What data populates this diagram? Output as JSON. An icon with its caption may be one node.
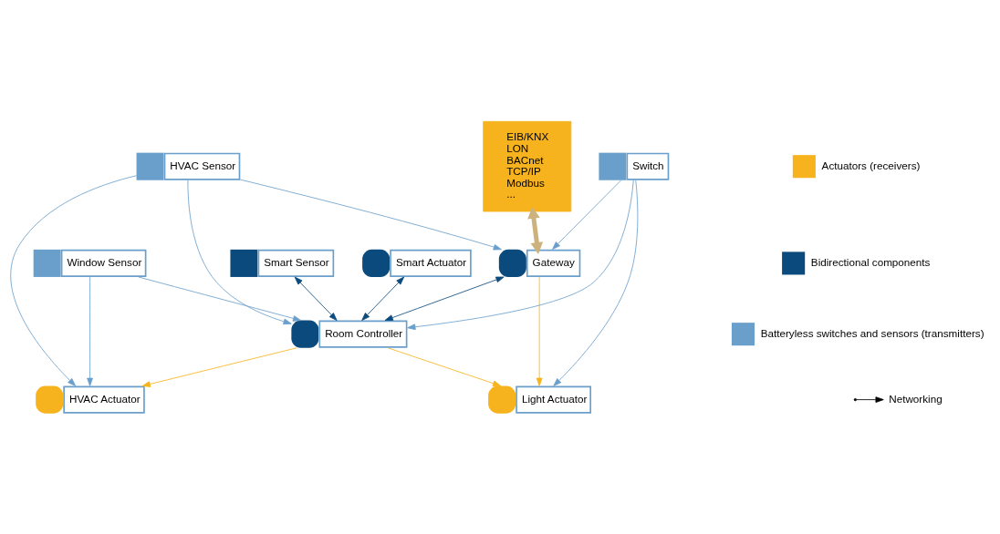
{
  "diagram": {
    "nodes": [
      {
        "text": [
          "EIB/KNX",
          "LON",
          "BACnet",
          "TCP/IP",
          "Modbus",
          "..."
        ]
      },
      {
        "text": [
          "Smart Sensor"
        ]
      },
      {
        "text": [
          "Smart Actuator"
        ]
      },
      {
        "text": [
          "Light Actuator"
        ]
      },
      {
        "text": [
          "Window Sensor"
        ]
      },
      {
        "text": [
          "Gateway"
        ]
      },
      {
        "text": [
          "Room Controller"
        ]
      },
      {
        "text": [
          "Switch"
        ]
      },
      {
        "text": [
          "HVAC Actuator"
        ]
      },
      {
        "text": [
          "HVAC Sensor"
        ]
      }
    ],
    "edges": [
      {
        "from": 0,
        "to": 5,
        "arrow": "both",
        "style": "thick",
        "color": "#cdb27e"
      },
      {
        "from": 5,
        "to": 3,
        "arrow": "to",
        "color": "#f7b31d"
      },
      {
        "from": 6,
        "to": 3,
        "arrow": "to",
        "color": "#f7b31d"
      },
      {
        "from": 1,
        "to": 6,
        "arrow": "both",
        "color": "#0b4a7d"
      },
      {
        "from": 2,
        "to": 6,
        "arrow": "both",
        "color": "#0b4a7d"
      },
      {
        "from": 5,
        "to": 6,
        "arrow": "both",
        "color": "#0b4a7d"
      },
      {
        "from": 4,
        "to": 6,
        "arrow": "to"
      },
      {
        "from": 4,
        "to": 8,
        "arrow": "to"
      },
      {
        "from": 6,
        "to": 8,
        "arrow": "to",
        "color": "#f7b31d"
      },
      {
        "from": 7,
        "to": 5,
        "arrow": "to"
      },
      {
        "from": 7,
        "to": 3,
        "arrow": "to"
      },
      {
        "from": 7,
        "to": 6,
        "arrow": "to"
      },
      {
        "from": 9,
        "to": 5,
        "arrow": "to"
      },
      {
        "from": 9,
        "to": 6,
        "arrow": "to"
      },
      {
        "from": 9,
        "to": 8,
        "arrow": "to"
      }
    ],
    "legend": [
      {
        "text": "Actuators (receivers)",
        "color": "#f7b31d"
      },
      {
        "text": "Bidirectional components",
        "color": "#0b4a7d"
      },
      {
        "text": "Batteryless switches and sensors (transmitters)",
        "color": "#6a9fcb"
      },
      {
        "text": "Networking"
      }
    ]
  }
}
